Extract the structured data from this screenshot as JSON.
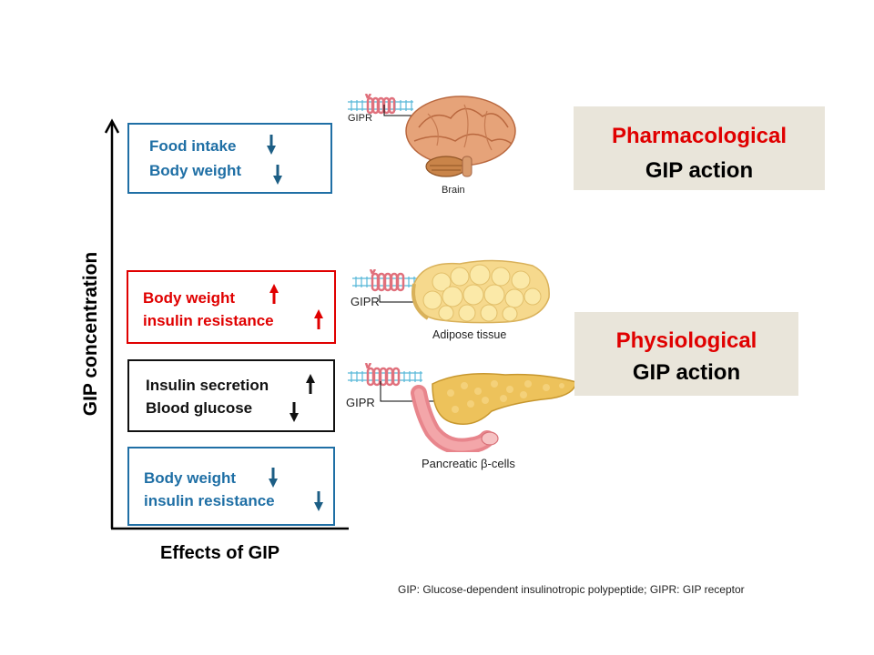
{
  "axes": {
    "y_label": "GIP concentration",
    "x_label": "Effects of GIP"
  },
  "boxes": {
    "top": {
      "lines": [
        "Food intake",
        "Body weight"
      ],
      "arrows": [
        "down",
        "down"
      ],
      "color": "#1f6fa5"
    },
    "red": {
      "lines": [
        "Body weight",
        "insulin  resistance"
      ],
      "arrows": [
        "up",
        "up"
      ],
      "color": "#e00000"
    },
    "black": {
      "lines": [
        "Insulin  secretion",
        "Blood glucose"
      ],
      "arrows": [
        "up",
        "down"
      ],
      "color": "#111111"
    },
    "bottom": {
      "lines": [
        "Body weight",
        "insulin  resistance"
      ],
      "arrows": [
        "down",
        "down"
      ],
      "color": "#1f6fa5"
    }
  },
  "organs": {
    "brain": {
      "label": "Brain",
      "receptor": "GIPR"
    },
    "adipose": {
      "label": "Adipose tissue",
      "receptor": "GIPR"
    },
    "pancreas": {
      "label": "Pancreatic β-cells",
      "receptor": "GIPR"
    }
  },
  "panels": {
    "pharmacological": {
      "line1": "Pharmacological",
      "line2": "GIP action"
    },
    "physiological": {
      "line1": "Physiological",
      "line2": "GIP action"
    },
    "line1_color": "#e00000",
    "bg_color": "#e9e5da"
  },
  "footnote": "GIP: Glucose-dependent insulinotropic polypeptide; GIPR: GIP receptor"
}
